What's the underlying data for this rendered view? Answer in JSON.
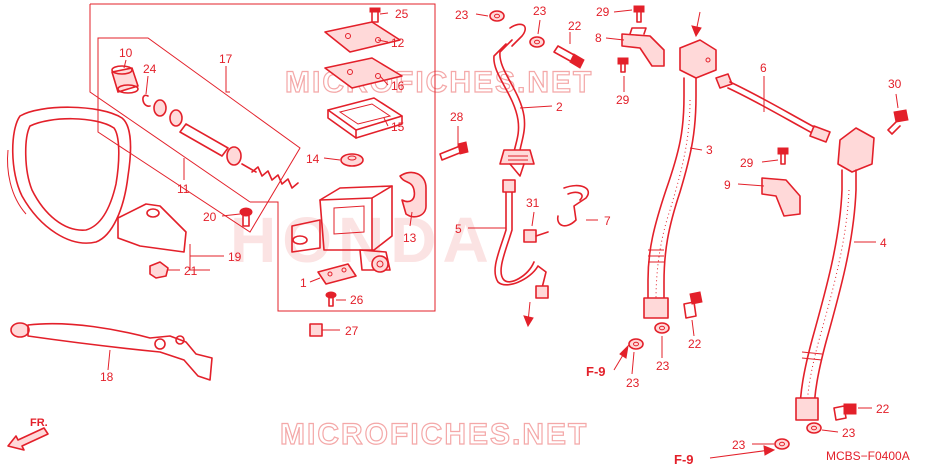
{
  "diagram": {
    "drawing_code": "MCBS−F0400A",
    "direction_label": "FR.",
    "watermark_text": "MICROFICHES.NET",
    "brand_text": "HONDA",
    "page_refs": [
      "F-9",
      "F-9"
    ],
    "colors": {
      "line": "#e3202a",
      "fill": "#ffd9d9",
      "watermark": "#f4a8a8"
    },
    "callouts": [
      "25",
      "12",
      "16",
      "15",
      "17",
      "10",
      "24",
      "11",
      "14",
      "20",
      "13",
      "19",
      "21",
      "1",
      "26",
      "27",
      "18",
      "28",
      "23",
      "23",
      "22",
      "2",
      "5",
      "31",
      "7",
      "29",
      "8",
      "29",
      "3",
      "6",
      "30",
      "29",
      "9",
      "4",
      "22",
      "23",
      "23",
      "22",
      "23",
      "23"
    ]
  }
}
